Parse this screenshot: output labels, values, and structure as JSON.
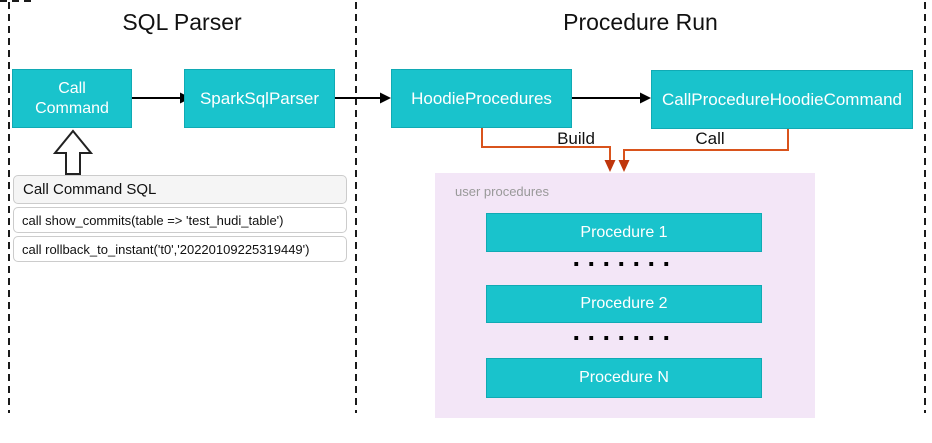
{
  "colors": {
    "teal": "#19c3cc",
    "teal_border": "#10aab4",
    "orange_line": "#d9531c",
    "orange_head": "#bf360c",
    "pink_bg": "#f3e6f7",
    "panel_border": "#1a1a1a",
    "sql_header_bg": "#f5f5f5",
    "sql_border": "#cccccc"
  },
  "sections": {
    "sql_parser": {
      "title": "SQL Parser"
    },
    "procedure_run": {
      "title": "Procedure Run"
    }
  },
  "nodes": {
    "call_command": {
      "label": "Call Command"
    },
    "spark_sql_parser": {
      "label": "SparkSqlParser"
    },
    "hoodie_procedures": {
      "label": "HoodieProcedures"
    },
    "call_procedure_hoodie_command": {
      "label": "CallProcedureHoodieCommand"
    }
  },
  "edges": {
    "build_label": "Build",
    "call_label": "Call"
  },
  "sql_panel": {
    "title": "Call Command SQL",
    "rows": [
      "call show_commits(table => 'test_hudi_table')",
      "call rollback_to_instant('t0','20220109225319449')"
    ]
  },
  "user_procedures": {
    "label": "user procedures",
    "items": [
      "Procedure 1",
      "Procedure 2",
      "Procedure N"
    ],
    "dots": "·······"
  }
}
